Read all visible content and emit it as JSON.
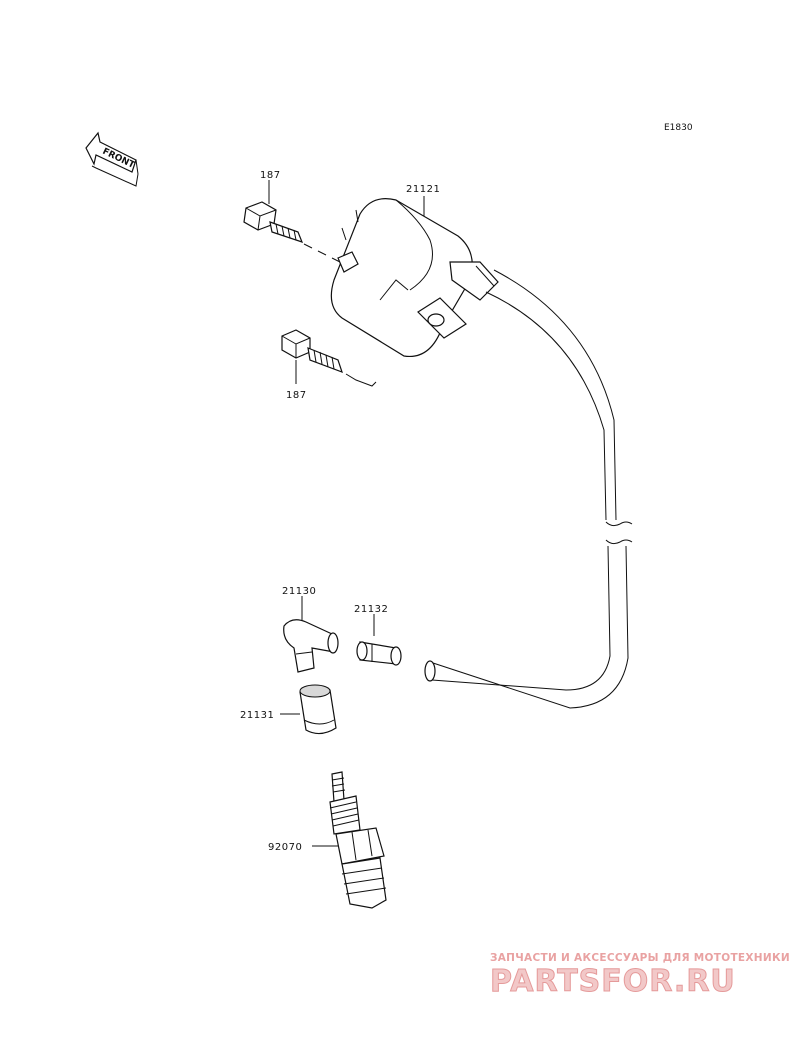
{
  "diagram_code": "E1830",
  "front_label": "FRONT",
  "parts": {
    "bolt_upper": "187",
    "coil": "21121",
    "bolt_lower": "187",
    "plug_cap": "21130",
    "cable_end": "21132",
    "cap_seal": "21131",
    "spark_plug": "92070"
  },
  "watermark": {
    "tagline": "ЗАПЧАСТИ И АКСЕССУАРЫ ДЛЯ МОТОТЕХНИКИ",
    "logo": "PARTSFOR.RU"
  },
  "colors": {
    "line": "#111111",
    "watermark": "#e59a9a"
  }
}
